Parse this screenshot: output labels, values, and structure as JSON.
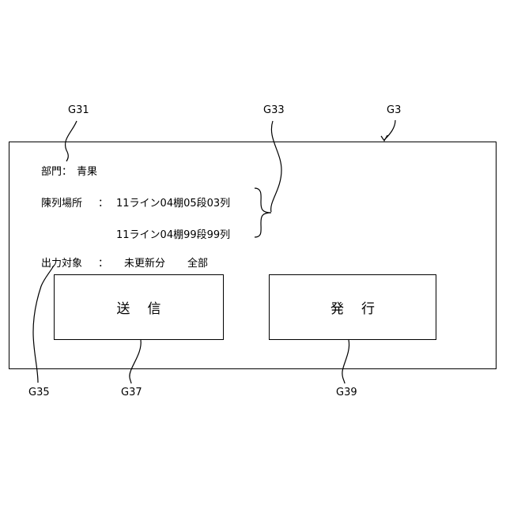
{
  "refs": {
    "g31": "G31",
    "g33": "G33",
    "g3": "G3",
    "g35": "G35",
    "g37": "G37",
    "g39": "G39"
  },
  "screen": {
    "department_label": "部門：",
    "department_value": "青果",
    "location_label": "陳列場所",
    "location_sep": "：",
    "location_from": "11ライン04棚05段03列",
    "location_to": "11ライン04棚99段99列",
    "output_label": "出力対象",
    "output_sep": "：",
    "output_opt_unupdated": "未更新分",
    "output_opt_all": "全部",
    "send_button": "送信",
    "issue_button": "発行"
  }
}
